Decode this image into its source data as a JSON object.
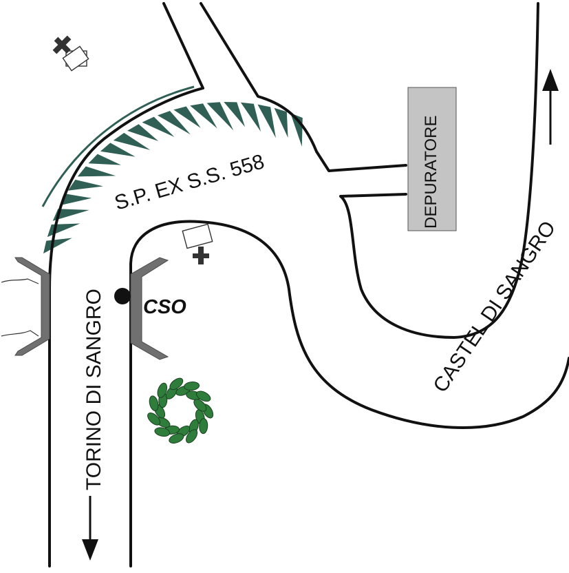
{
  "labels": {
    "road_name": "S.P. EX S.S. 558",
    "towards_left": "TORINO DI SANGRO",
    "towards_right": "CASTEL DI SANGRO",
    "outfall": "CSO",
    "plant": "DEPURATORE"
  },
  "colors": {
    "road_line": "#111111",
    "vegetation": "#2f5f55",
    "tree": "#2e7d3a",
    "bridge": "#707070",
    "plant_fill": "#c4c4c4"
  },
  "icons": [
    "cemetery-cross-icon",
    "cemetery-cross-icon",
    "tree-icon",
    "outfall-point-icon",
    "direction-arrow-icon",
    "direction-arrow-icon"
  ]
}
